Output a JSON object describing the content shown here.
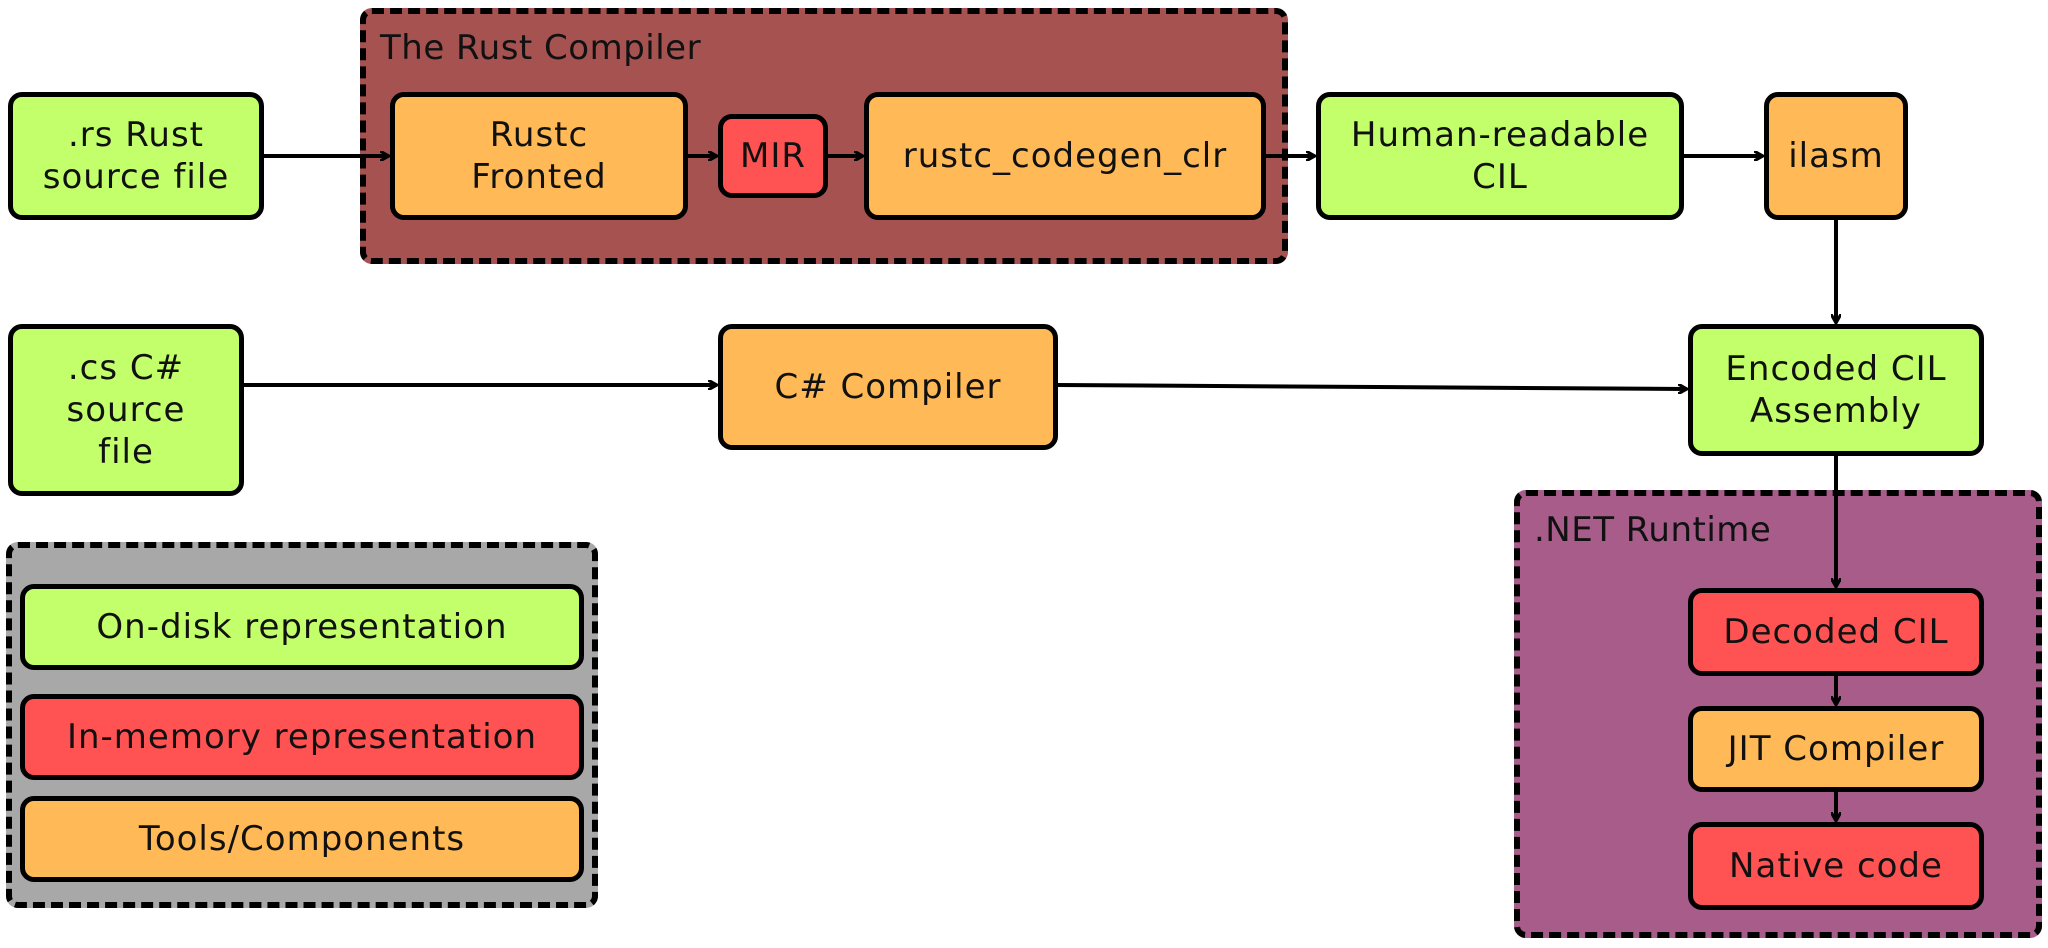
{
  "groups": {
    "rust_compiler": {
      "title": "The Rust Compiler",
      "fill": "#a65250"
    },
    "dotnet_runtime": {
      "title": ".NET Runtime",
      "fill": "#a85c8a"
    },
    "legend": {
      "title": "",
      "fill": "#a8a8a8"
    }
  },
  "nodes": {
    "rs_source": ".rs Rust\nsource file",
    "rustc_frontend": "Rustc\nFronted",
    "mir": "MIR",
    "codegen_clr": "rustc_codegen_clr",
    "human_cil": "Human-readable\nCIL",
    "ilasm": "ilasm",
    "cs_source": ".cs C#\nsource\nfile",
    "cs_compiler": "C# Compiler",
    "encoded_cil": "Encoded CIL\nAssembly",
    "decoded_cil": "Decoded CIL",
    "jit": "JIT Compiler",
    "native": "Native code"
  },
  "legend": {
    "on_disk": "On-disk representation",
    "in_memory": "In-memory representation",
    "tools": "Tools/Components"
  },
  "colors": {
    "on_disk": "#c2ff6b",
    "in_memory": "#ff5252",
    "tools": "#ffba57",
    "outline": "#000000"
  }
}
